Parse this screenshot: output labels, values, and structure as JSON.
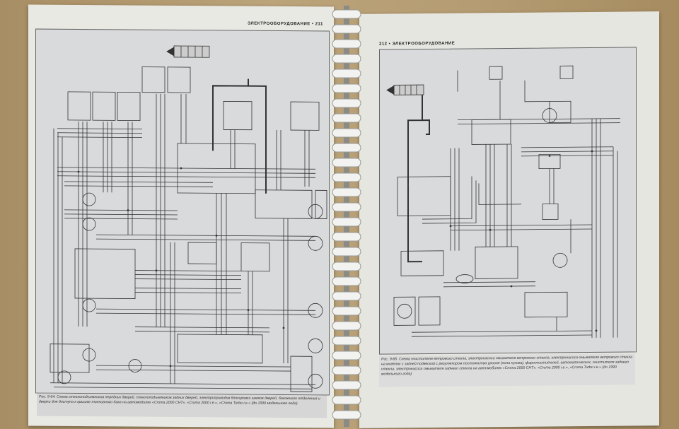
{
  "left_page": {
    "header": "ЭЛЕКТРООБОРУДОВАНИЕ • 211",
    "caption": "Рис. 9-64. Схема стеклоподъемников передних дверей, стеклоподъемников задних дверей, электроприводов блокировки замков дверей, багажного отделения и дверки для доступа к крышке топливного бака на автомобилях «Croma 2000 CHT», «Croma 2000 i.e.», «Croma Turbo i.e.» (до 1990 модельного года)"
  },
  "right_page": {
    "header": "212 • ЭЛЕКТРООБОРУДОВАНИЕ",
    "caption": "Рис. 9-65. Схема очистителя ветрового стекла, электронасоса омывателя ветрового стекла, электронасоса омывателя ветрового стекла на моделях с задней подвеской с регулятором постоянства уровня (пола кузова), фароочистителей, автоматических, очистителя заднего стекла, электронасоса омывателя заднего стекла на автомобилях «Croma 2000 CHT», «Croma 2000 i.e.», «Croma Turbo i.e.» (до 1990 модельного года)"
  }
}
